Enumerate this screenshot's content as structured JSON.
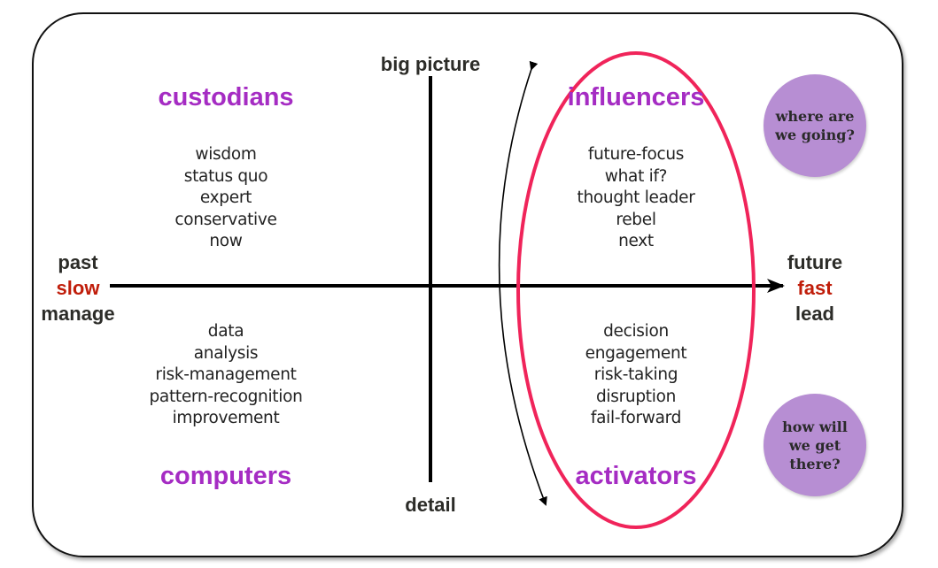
{
  "axes": {
    "top": "big picture",
    "bottom": "detail",
    "left": [
      "past",
      "slow",
      "manage"
    ],
    "right": [
      "future",
      "fast",
      "lead"
    ]
  },
  "quadrants": {
    "top_left": {
      "title": "custodians",
      "items": [
        "wisdom",
        "status quo",
        "expert",
        "conservative",
        "now"
      ]
    },
    "top_right": {
      "title": "influencers",
      "items": [
        "future-focus",
        "what if?",
        "thought leader",
        "rebel",
        "next"
      ]
    },
    "bottom_left": {
      "title": "computers",
      "items": [
        "data",
        "analysis",
        "risk-management",
        "pattern-recognition",
        "improvement"
      ]
    },
    "bottom_right": {
      "title": "activators",
      "items": [
        "decision",
        "engagement",
        "risk-taking",
        "disruption",
        "fail-forward"
      ]
    }
  },
  "bubbles": {
    "top": [
      "where are",
      "we going?"
    ],
    "bottom": [
      "how will",
      "we get",
      "there?"
    ]
  },
  "colors": {
    "purple": "#a52cc3",
    "red": "#c01d0a",
    "ellipse": "#f0245a",
    "bubble": "#b78ed3"
  }
}
